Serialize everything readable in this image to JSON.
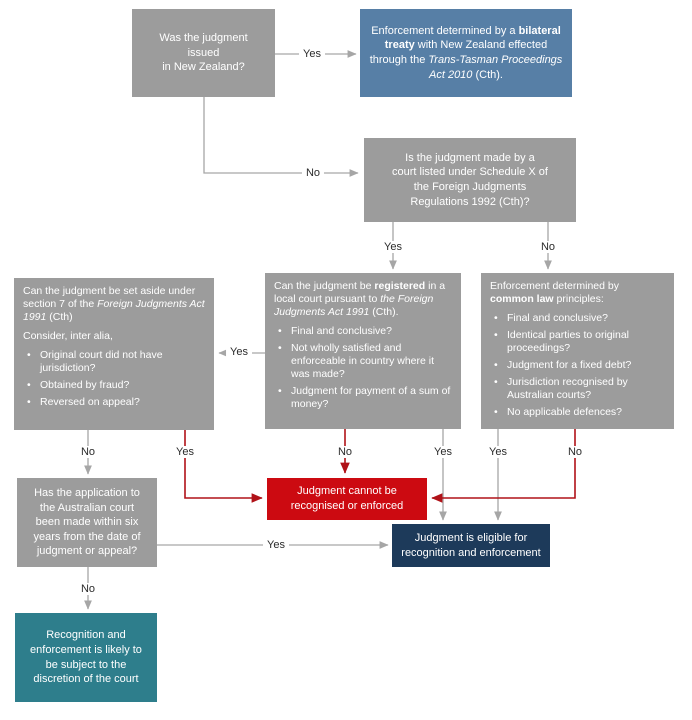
{
  "boxes": {
    "nz_question": {
      "text": "Was the judgment\nissued\nin New Zealand?"
    },
    "bilateral": {
      "s1": "Enforcement determined by a ",
      "s2": "bilateral treaty",
      "s3": " with New Zealand effected through the ",
      "s4": "Trans-Tasman Proceedings Act 2010",
      "s5": " (Cth)."
    },
    "schedule_question": {
      "text": "Is the judgment made by a\ncourt listed under Schedule X of\nthe Foreign Judgments\nRegulations 1992 (Cth)?"
    },
    "set_aside": {
      "h1": "Can the judgment be set aside under section 7 of the ",
      "h2": "Foreign Judgments Act 1991",
      "h3": " (Cth)",
      "note": "Consider, inter alia,",
      "bullets": [
        "Original court did not have jurisdiction?",
        "Obtained by fraud?",
        "Reversed on appeal?"
      ]
    },
    "registered": {
      "h1": "Can the judgment be ",
      "h2": "registered",
      "h3": " in a local court pursuant to ",
      "h4": "the Foreign Judgments Act 1991",
      "h5": " (Cth).",
      "bullets": [
        "Final and conclusive?",
        "Not wholly satisfied and enforceable in country where it was made?",
        "Judgment for payment of a sum of money?"
      ]
    },
    "common_law": {
      "h1": "Enforcement determined by ",
      "h2": "common law",
      "h3": " principles:",
      "bullets": [
        "Final and conclusive?",
        "Identical parties to original proceedings?",
        "Judgment for a fixed debt?",
        "Jurisdiction recognised by Australian courts?",
        "No applicable defences?"
      ]
    },
    "cannot_enforce": {
      "text": "Judgment cannot be\nrecognised or enforced"
    },
    "eligible": {
      "text": "Judgment is eligible for\nrecognition and enforcement"
    },
    "six_years": {
      "text": "Has the application to\nthe Australian court\nbeen made within six\nyears from the date of\njudgment or appeal?"
    },
    "discretion": {
      "text": "Recognition and\nenforcement is likely to\nbe subject to the\ndiscretion of the court"
    }
  },
  "connectors": {
    "nz_yes": "Yes",
    "nz_no": "No",
    "schedule_yes": "Yes",
    "schedule_no": "No",
    "registered_setaside_yes": "Yes",
    "setaside_no": "No",
    "setaside_yes": "Yes",
    "registered_no": "No",
    "registered_yes": "Yes",
    "commonlaw_yes": "Yes",
    "commonlaw_no": "No",
    "sixyears_yes": "Yes",
    "sixyears_no": "No"
  },
  "colors": {
    "box_gray": "#9c9c9c",
    "box_blue": "#577fa6",
    "box_red": "#cc0a11",
    "box_navy": "#1d3a5a",
    "box_teal": "#2e7e8c",
    "line_gray": "#a6a6a6",
    "line_red": "#b01218",
    "text_on_box": "#ffffff",
    "label_text": "#2b2b2b"
  }
}
